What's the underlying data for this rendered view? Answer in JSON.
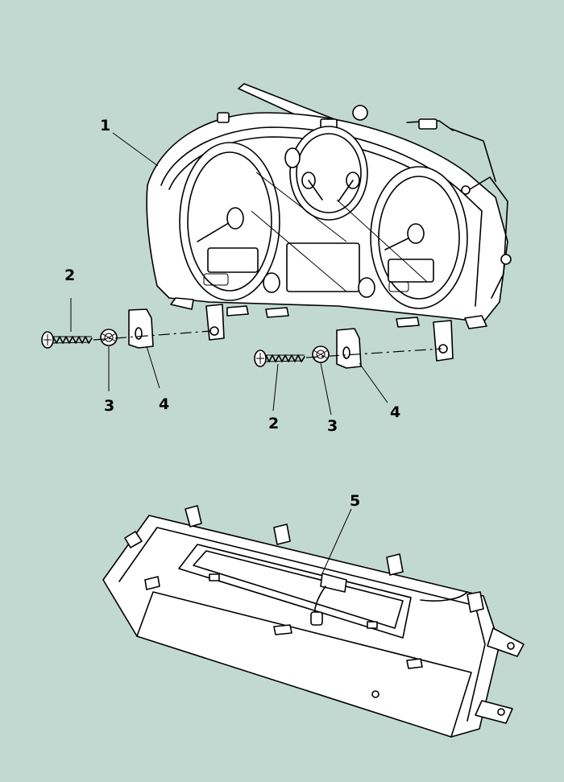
{
  "callouts": {
    "item1": "1",
    "item2a": "2",
    "item3a": "3",
    "item4a": "4",
    "item2b": "2",
    "item3b": "3",
    "item4b": "4",
    "item5": "5"
  },
  "colors": {
    "background": "#c2d9d2",
    "linework": "#000000",
    "part_fill": "#ffffff"
  }
}
